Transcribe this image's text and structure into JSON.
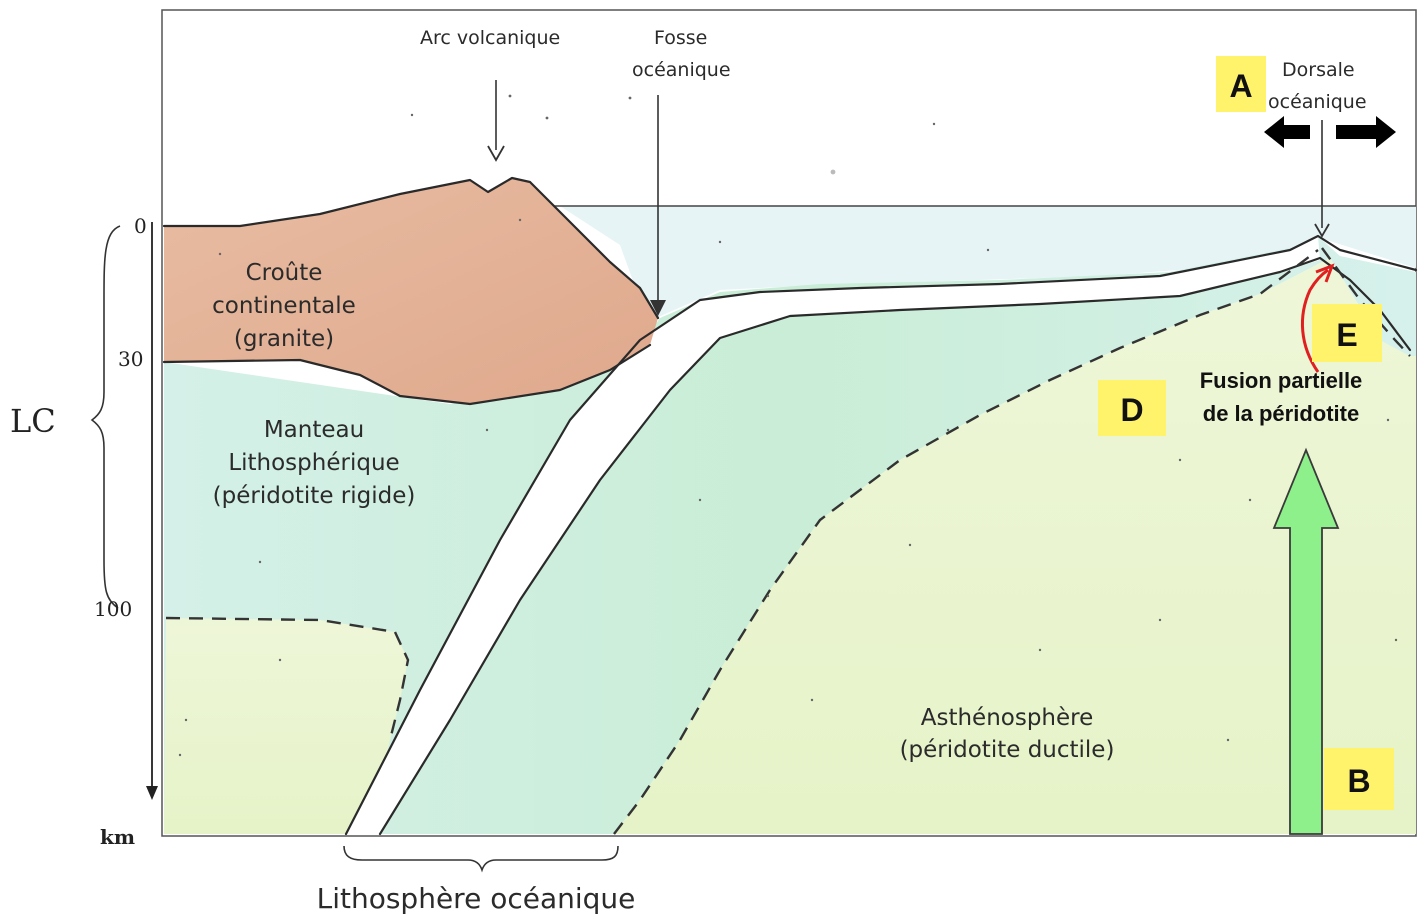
{
  "labels": {
    "arc": "Arc volcanique",
    "fosse_1": "Fosse",
    "fosse_2": "océanique",
    "dorsale_1": "Dorsale",
    "dorsale_2": "océanique",
    "croute_1": "Croûte",
    "croute_2": "continentale",
    "croute_3": "(granite)",
    "manteau_1": "Manteau",
    "manteau_2": "Lithosphérique",
    "manteau_3": "(péridotite rigide)",
    "astheno_1": "Asthénosphère",
    "astheno_2": "(péridotite ductile)",
    "fusion_1": "Fusion partielle",
    "fusion_2": "de la péridotite",
    "lithos_oceanique": "Lithosphère océanique",
    "lc": "LC"
  },
  "depth_axis": {
    "ticks": [
      "0",
      "30",
      "100"
    ],
    "unit": "km"
  },
  "tags": {
    "a": "A",
    "b": "B",
    "d": "D",
    "e": "E"
  },
  "colors": {
    "crust": "#e2b39a",
    "lithospheric_mantle": "#cfeee6",
    "asthenosphere": "#e9f4cf",
    "ocean": "#e6f4f6",
    "slab": "#ffffff",
    "rising_arrow": "#8ef08a",
    "melt_arrow": "#e02020",
    "tag_background": "#fff36b"
  }
}
